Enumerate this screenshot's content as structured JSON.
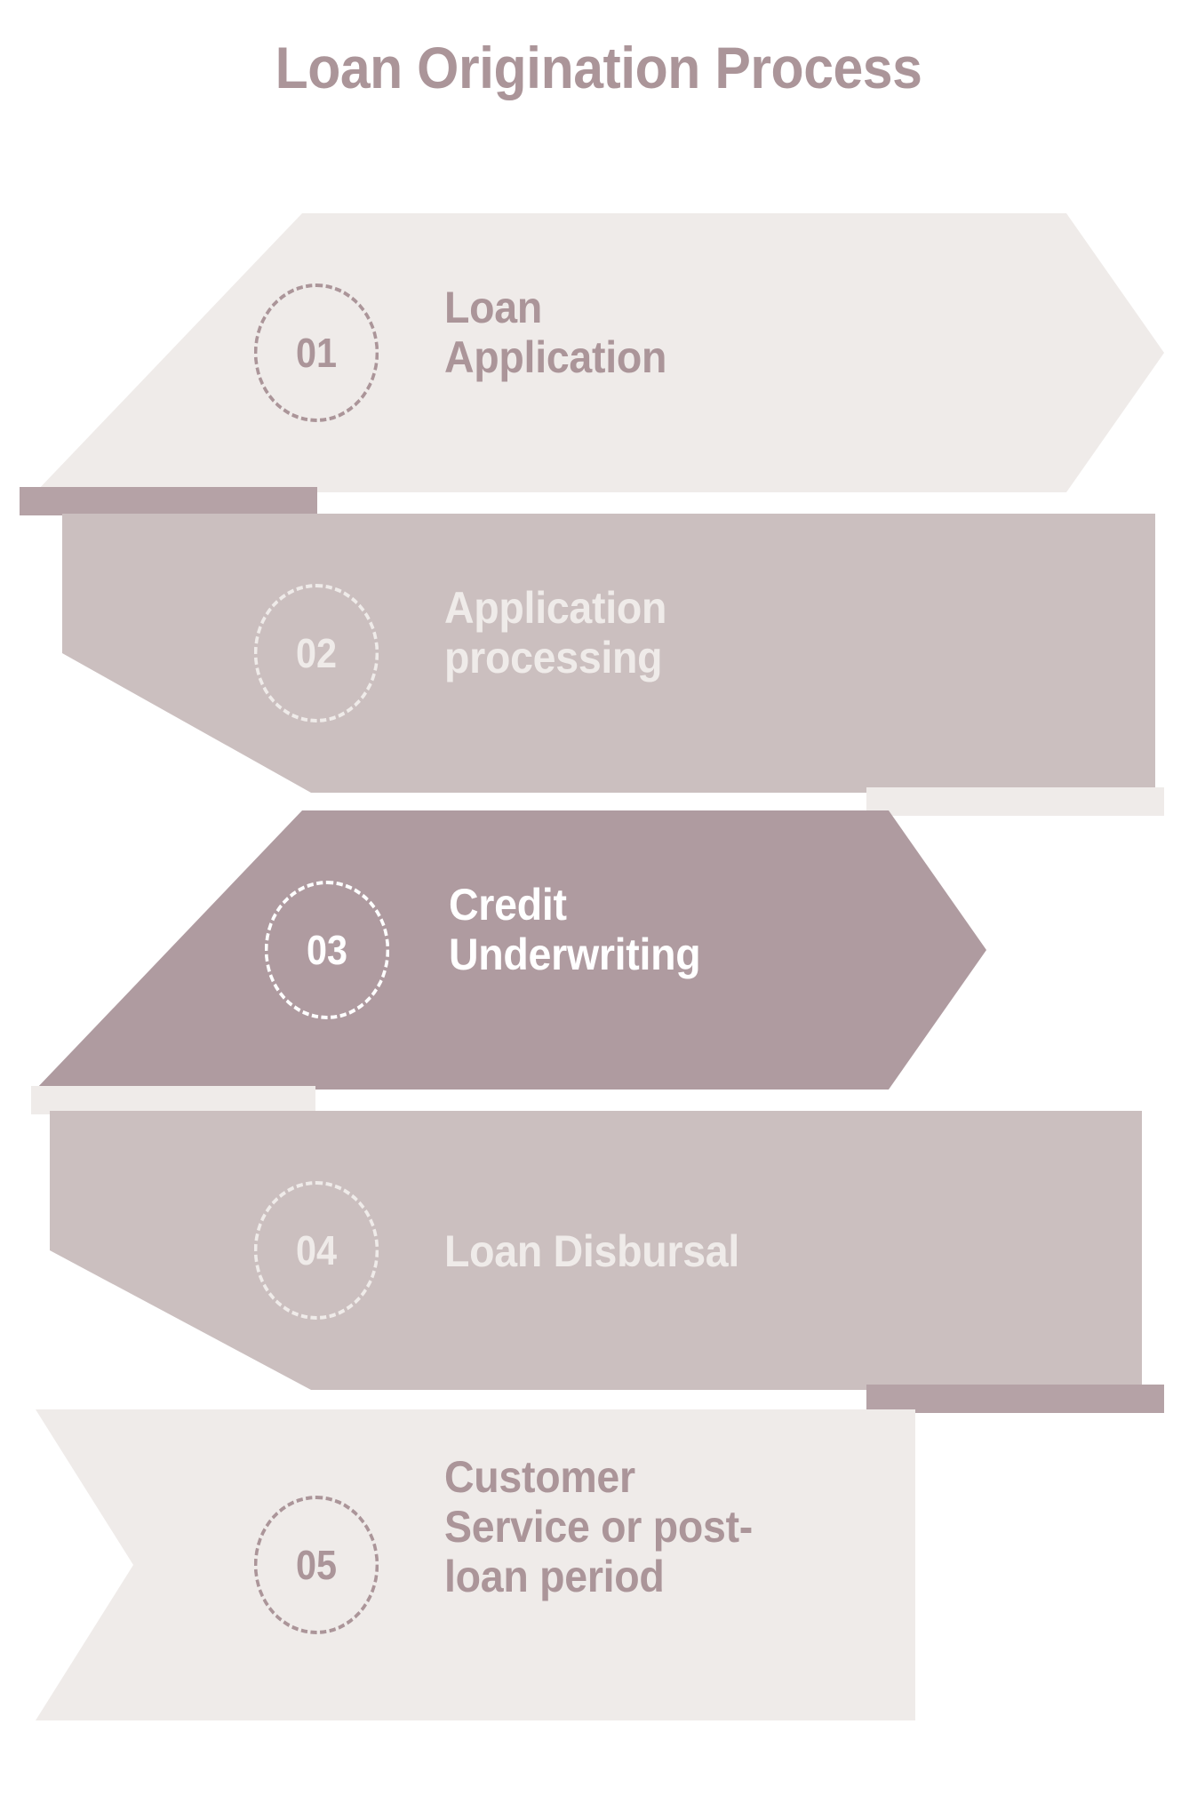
{
  "title": "Loan Origination Process",
  "colors": {
    "background": "#FFFFFF",
    "cream": "#EFEBE9",
    "mauve_mid": "#CBBFBF",
    "mauve_dark": "#AF9BA0",
    "mauve_connector": "#B5A2A6",
    "text_mauve": "#AB9599",
    "text_cream": "#EFEBE9",
    "text_white": "#FFFFFF"
  },
  "steps": [
    {
      "number": "01",
      "label": "Loan\nApplication",
      "fill": "#EFEBE9",
      "text_color": "#AB9599",
      "circle_color": "#AB9599",
      "highlight": false
    },
    {
      "number": "02",
      "label": "Application\nprocessing",
      "fill": "#CBBFBF",
      "text_color": "#EFEBE9",
      "circle_color": "#EFEBE9",
      "highlight": false
    },
    {
      "number": "03",
      "label": "Credit\nUnderwriting",
      "fill": "#AF9BA0",
      "text_color": "#FFFFFF",
      "circle_color": "#FFFFFF",
      "highlight": true
    },
    {
      "number": "04",
      "label": "Loan Disbursal",
      "fill": "#CBBFBF",
      "text_color": "#EFEBE9",
      "circle_color": "#EFEBE9",
      "highlight": false
    },
    {
      "number": "05",
      "label": "Customer\nService or post-\nloan period",
      "fill": "#EFEBE9",
      "text_color": "#AB9599",
      "circle_color": "#AB9599",
      "highlight": false
    }
  ],
  "connectors": [
    {
      "name": "connector-1-2",
      "side": "left",
      "color": "#B5A2A6"
    },
    {
      "name": "connector-2-3",
      "side": "right",
      "color": "#EFEBE9"
    },
    {
      "name": "connector-3-4",
      "side": "left",
      "color": "#EFEBE9"
    },
    {
      "name": "connector-4-5",
      "side": "right",
      "color": "#B5A2A6"
    }
  ]
}
